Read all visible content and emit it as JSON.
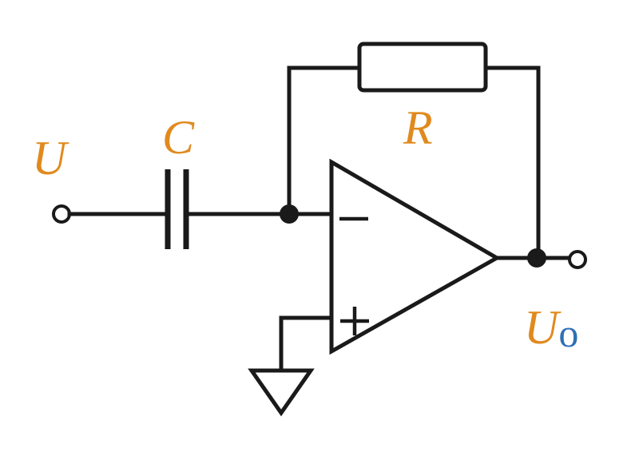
{
  "labels": {
    "input": "U",
    "capacitor": "C",
    "resistor": "R",
    "output": "U",
    "output_subscript": "o"
  },
  "opamp": {
    "inverting_sign": "−",
    "noninverting_sign": "+"
  },
  "colors": {
    "label_italic": "#e08a1e",
    "label_subscript": "#2f6fb5",
    "line": "#1a1a1a",
    "background": "#ffffff"
  }
}
